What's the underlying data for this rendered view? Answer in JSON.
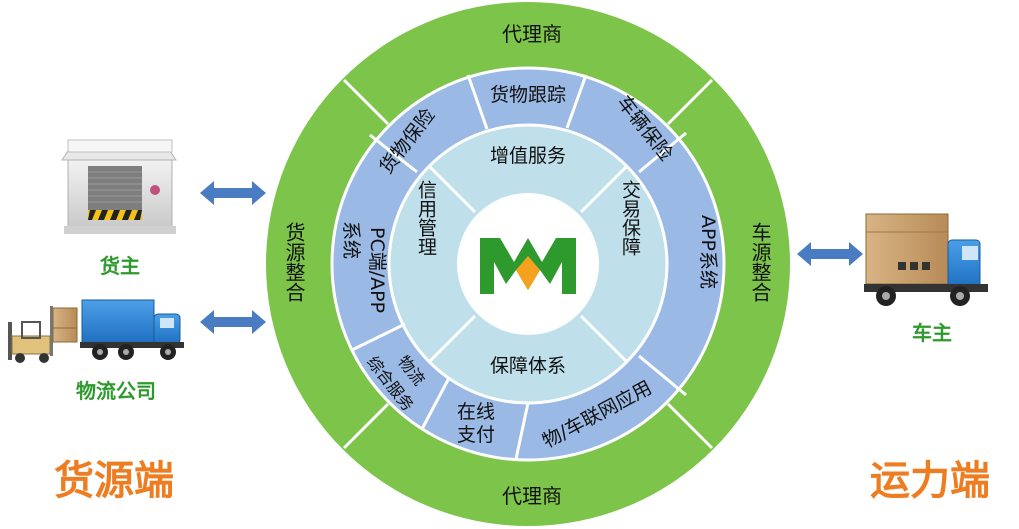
{
  "left_side": {
    "title": "货源端",
    "shipper": "货主",
    "logistics": "物流公司"
  },
  "right_side": {
    "title": "运力端",
    "carrier": "车主"
  },
  "outer_ring": {
    "top": "代理商",
    "bottom": "代理商",
    "left": "货源整合",
    "right": "车源整合"
  },
  "middle_ring": {
    "cargo_tracking": "货物跟踪",
    "vehicle_insurance": "车辆保险",
    "app_system": "APP系统",
    "iot_application": "物/车联网应用",
    "online_payment_1": "在线",
    "online_payment_2": "支付",
    "logistics_service_1": "物流",
    "logistics_service_2": "综合服务",
    "pc_app_1": "PC端/APP",
    "pc_app_2": "系统",
    "cargo_insurance": "货物保险"
  },
  "inner_ring": {
    "value_added": "增值服务",
    "trade_guarantee": "交易保障",
    "guarantee_system": "保障体系",
    "credit_management": "信用管理"
  },
  "colors": {
    "outer_green": "#7dc44a",
    "middle_blue": "#9ab9e4",
    "inner_lightblue": "#bfe0ea",
    "logo_green": "#2e9a2e",
    "logo_orange": "#f4a11d",
    "arrow_blue": "#4a7cc4",
    "label_green": "#2e9a2e",
    "title_orange": "#ee7d22"
  }
}
